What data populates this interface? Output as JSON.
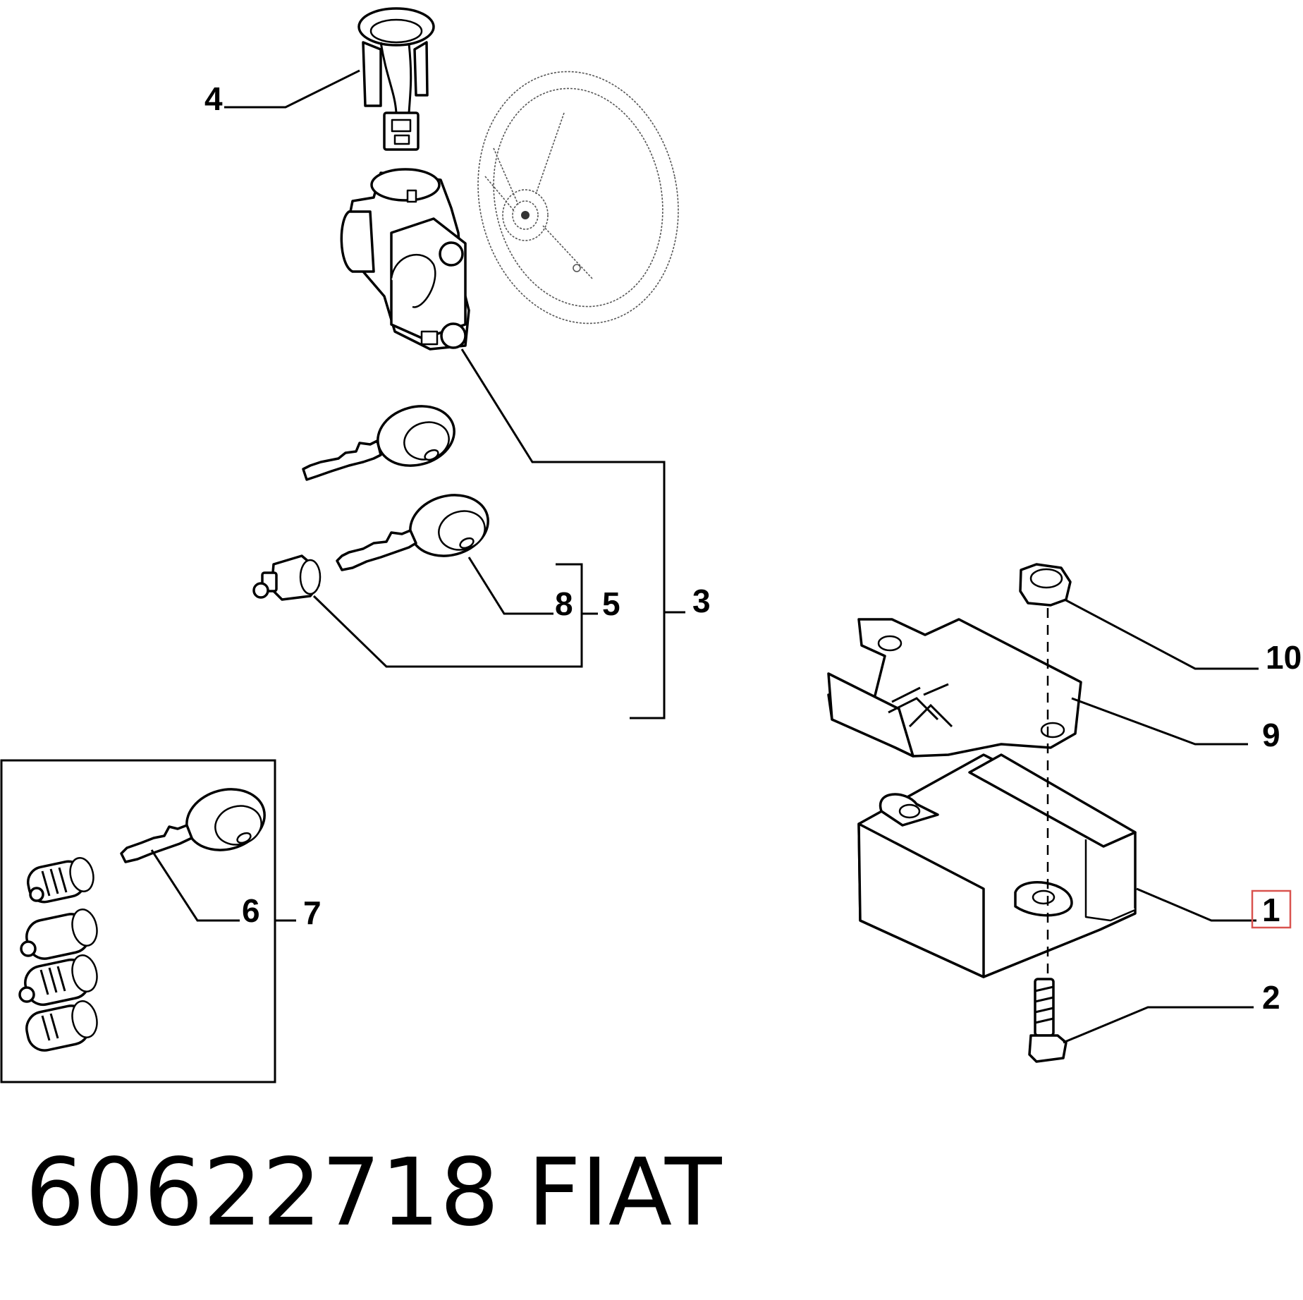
{
  "callouts": {
    "c1": "1",
    "c2": "2",
    "c3": "3",
    "c4": "4",
    "c5": "5",
    "c6": "6",
    "c7": "7",
    "c8": "8",
    "c9": "9",
    "c10": "10"
  },
  "highlight": {
    "callout": "1",
    "color": "#d9534f"
  },
  "footer": {
    "part_number": "60622718",
    "brand": "FIAT"
  }
}
